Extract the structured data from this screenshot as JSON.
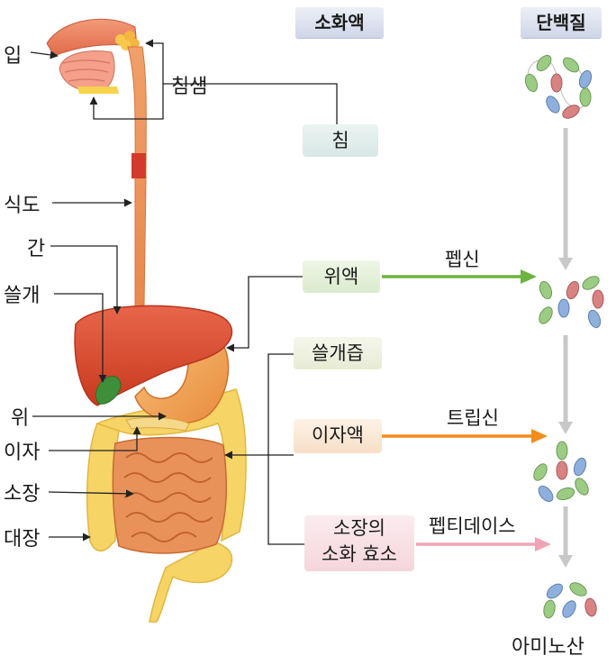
{
  "headers": {
    "digestive_juice": "소화액",
    "protein": "단백질"
  },
  "organs": {
    "mouth": "입",
    "salivary_gland": "침샘",
    "esophagus": "식도",
    "liver": "간",
    "gallbladder": "쓸개",
    "stomach": "위",
    "pancreas": "이자",
    "small_intestine": "소장",
    "large_intestine": "대장"
  },
  "juices": {
    "saliva": "침",
    "gastric_juice": "위액",
    "bile": "쓸개즙",
    "pancreatic_juice": "이자액",
    "intestinal_enzymes_line1": "소장의",
    "intestinal_enzymes_line2": "소화  효소"
  },
  "enzymes": {
    "pepsin": "펩신",
    "trypsin": "트립신",
    "peptidase": "펩티데이스"
  },
  "products": {
    "amino_acid": "아미노산"
  },
  "colors": {
    "pepsin_arrow": "#6db33f",
    "trypsin_arrow": "#f28c1e",
    "peptidase_arrow": "#f0a3b4",
    "flow_arrow": "#c8c8c8",
    "bead_green": "#9ccc83",
    "bead_blue": "#8fb0dc",
    "bead_red": "#d98282"
  }
}
